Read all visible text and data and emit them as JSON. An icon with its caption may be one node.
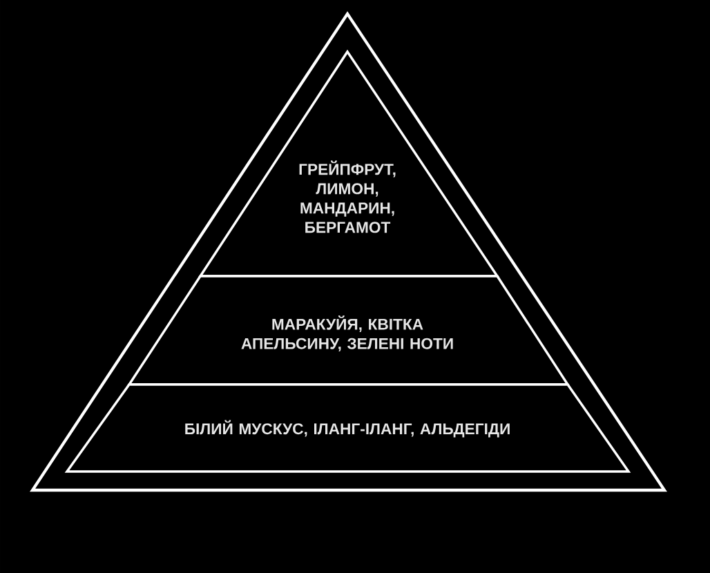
{
  "diagram": {
    "nodes": [
      {
        "text": [
          "ГРЕЙПФРУТ, ЛИМОН, МАНДАРИН, БЕРГАМОТ"
        ]
      },
      {
        "text": [
          "МАРАКУЙЯ, КВІТКА АПЕЛЬСИНУ, ЗЕЛЕНІ НОТИ"
        ]
      },
      {
        "text": [
          "БІЛИЙ МУСКУС, ІЛАНГ-ІЛАНГ, АЛЬДЕГІДИ"
        ]
      }
    ],
    "edges": []
  }
}
